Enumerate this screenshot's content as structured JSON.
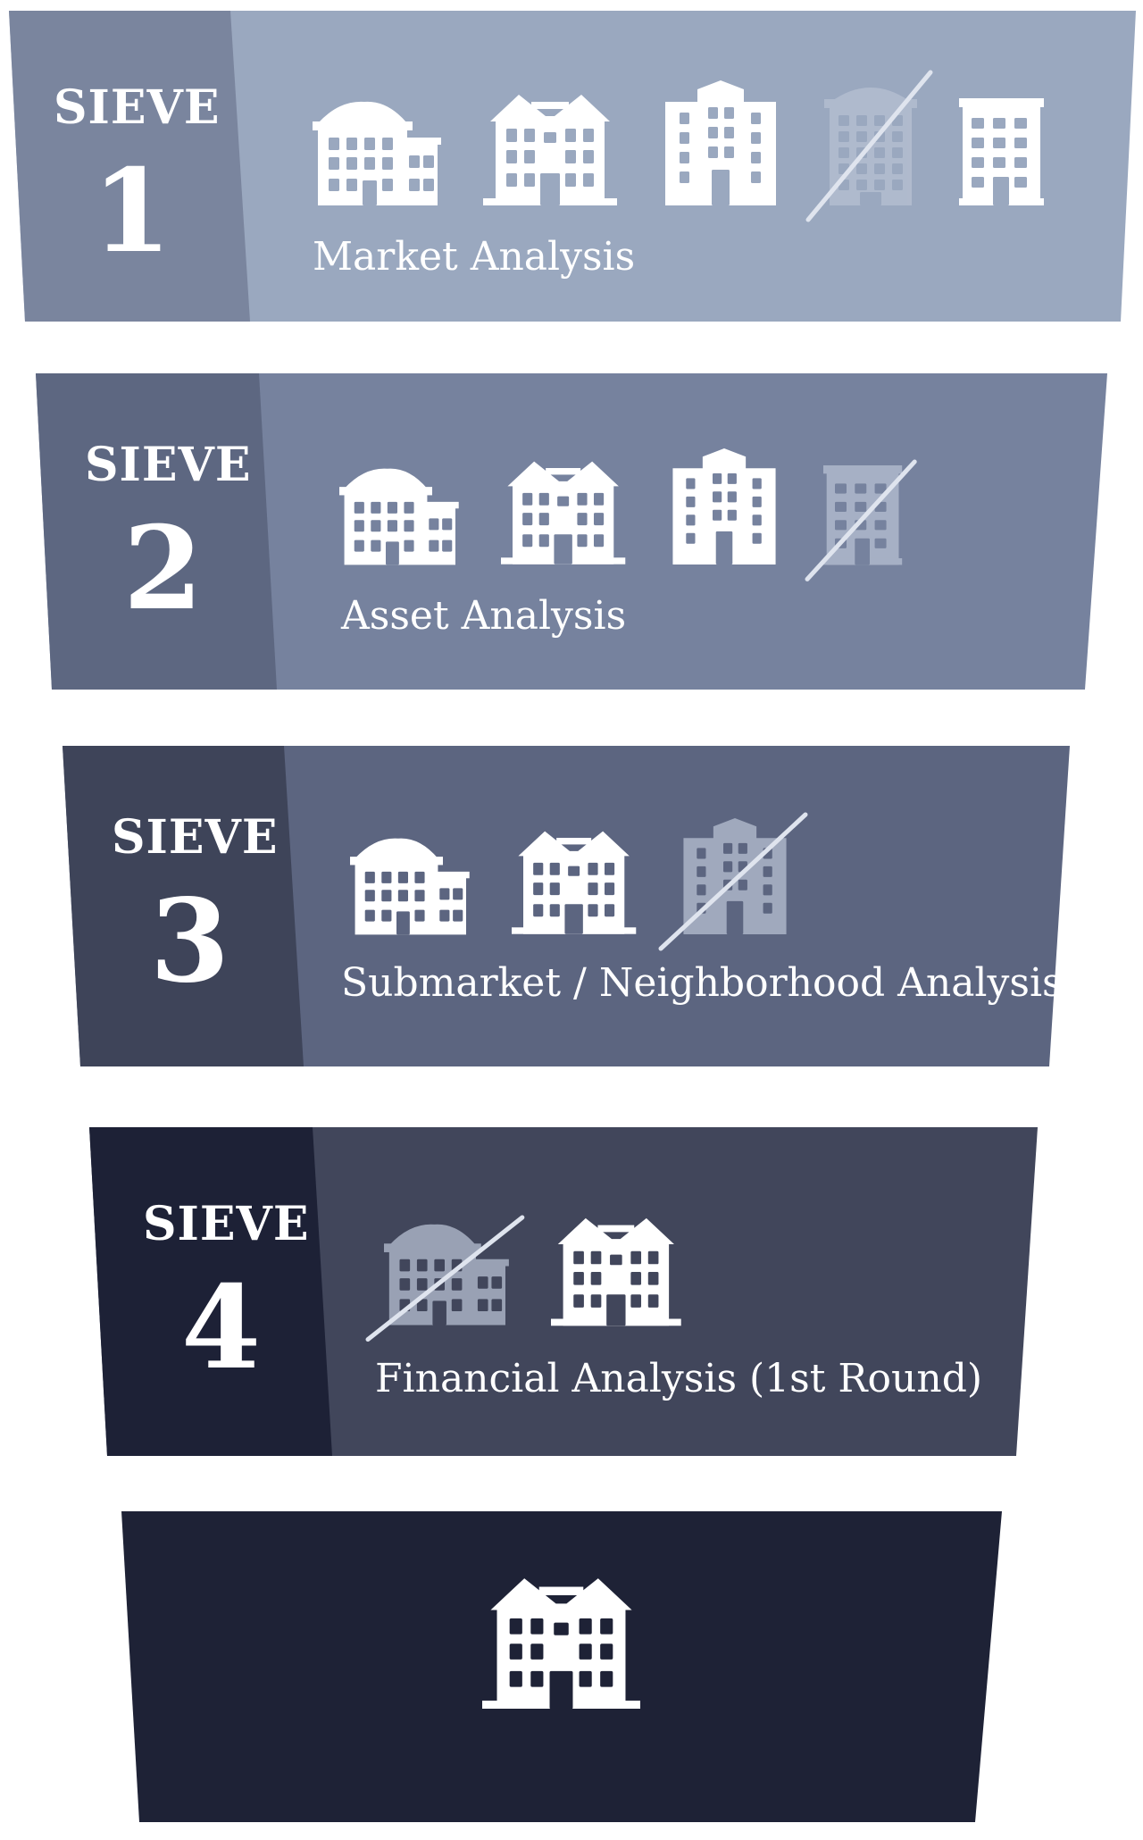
{
  "sieves": [
    {
      "word": "SIEVE",
      "number": "1",
      "caption": "Market Analysis",
      "colors": {
        "left": "#7a859e",
        "right": "#9aa8bf"
      },
      "buildings": [
        {
          "icon": "low-building-icon",
          "eliminated": false
        },
        {
          "icon": "mansion-building-icon",
          "eliminated": false
        },
        {
          "icon": "tall-building-icon",
          "eliminated": false
        },
        {
          "icon": "narrow-building-icon",
          "eliminated": true
        },
        {
          "icon": "office-building-icon",
          "eliminated": false
        }
      ]
    },
    {
      "word": "SIEVE",
      "number": "2",
      "caption": "Asset Analysis",
      "colors": {
        "left": "#5d6781",
        "right": "#76829e"
      },
      "buildings": [
        {
          "icon": "low-building-icon",
          "eliminated": false
        },
        {
          "icon": "mansion-building-icon",
          "eliminated": false
        },
        {
          "icon": "tall-building-icon",
          "eliminated": false
        },
        {
          "icon": "office-building-icon",
          "eliminated": true
        }
      ]
    },
    {
      "word": "SIEVE",
      "number": "3",
      "caption": "Submarket / Neighborhood Analysis",
      "colors": {
        "left": "#3e4459",
        "right": "#5c6580"
      },
      "buildings": [
        {
          "icon": "low-building-icon",
          "eliminated": false
        },
        {
          "icon": "mansion-building-icon",
          "eliminated": false
        },
        {
          "icon": "tall-building-icon",
          "eliminated": true
        }
      ]
    },
    {
      "word": "SIEVE",
      "number": "4",
      "caption": "Financial Analysis (1st Round)",
      "colors": {
        "left": "#1d2136",
        "right": "#41465b"
      },
      "buildings": [
        {
          "icon": "low-building-icon",
          "eliminated": true
        },
        {
          "icon": "mansion-building-icon",
          "eliminated": false
        }
      ]
    }
  ],
  "result": {
    "icon": "mansion-building-icon",
    "color": "#1e2236"
  },
  "palette": {
    "building": "#ffffff",
    "eliminated_building": "#b7c0d2",
    "strike_line": "#dfe4ee"
  }
}
